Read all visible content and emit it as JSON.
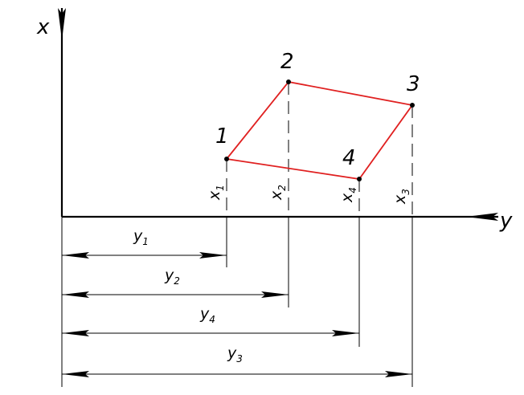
{
  "axes": {
    "vertical": "x",
    "horizontal": "y"
  },
  "points": [
    {
      "label": "1"
    },
    {
      "label": "2"
    },
    {
      "label": "3"
    },
    {
      "label": "4"
    }
  ],
  "x_projections": [
    {
      "base": "x",
      "index": "1"
    },
    {
      "base": "x",
      "index": "2"
    },
    {
      "base": "x",
      "index": "4"
    },
    {
      "base": "x",
      "index": "3"
    }
  ],
  "y_dimensions": [
    {
      "base": "y",
      "index": "1"
    },
    {
      "base": "y",
      "index": "2"
    },
    {
      "base": "y",
      "index": "4"
    },
    {
      "base": "y",
      "index": "3"
    }
  ],
  "colors": {
    "outline": "#e02020",
    "ink": "#000000"
  }
}
